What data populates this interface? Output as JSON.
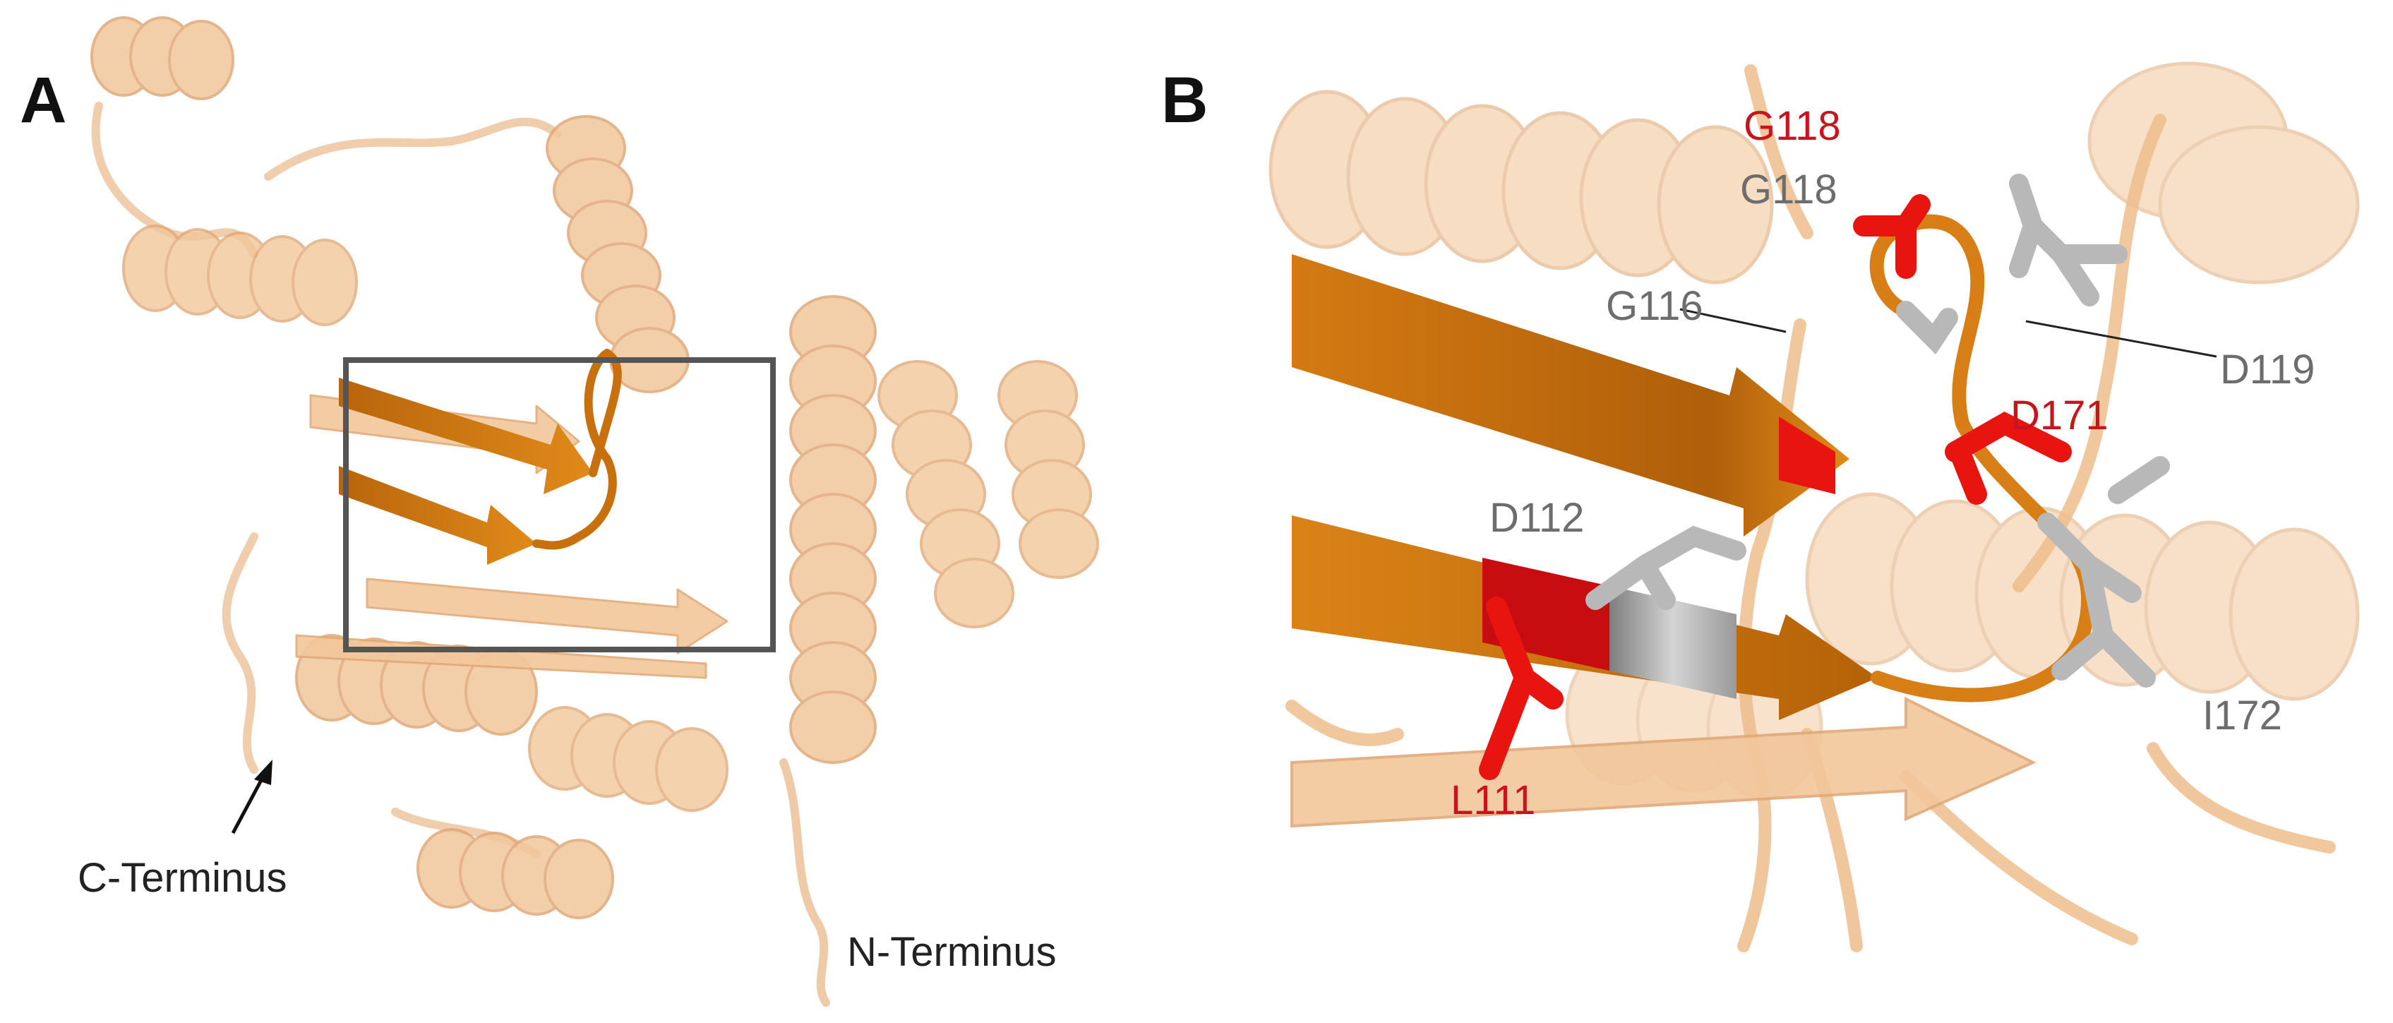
{
  "panel_a": {
    "letter": "A",
    "c_terminus": "C-Terminus",
    "n_terminus": "N-Terminus"
  },
  "panel_b": {
    "letter": "B",
    "labels": {
      "g118_red": "G118",
      "g118_grey": "G118",
      "g116": "G116",
      "d119": "D119",
      "d171": "D171",
      "d112": "D112",
      "i172": "I172",
      "l111": "L111"
    }
  },
  "colors": {
    "ribbon": "#f2c79b",
    "ribbon_dark": "#e8ae72",
    "strand_highlight": "#d77f16",
    "residue_red": "#e8140f",
    "residue_grey": "#b8b8b8",
    "label_red": "#c8141c",
    "label_grey": "#6d6d6d",
    "box": "#555555"
  }
}
